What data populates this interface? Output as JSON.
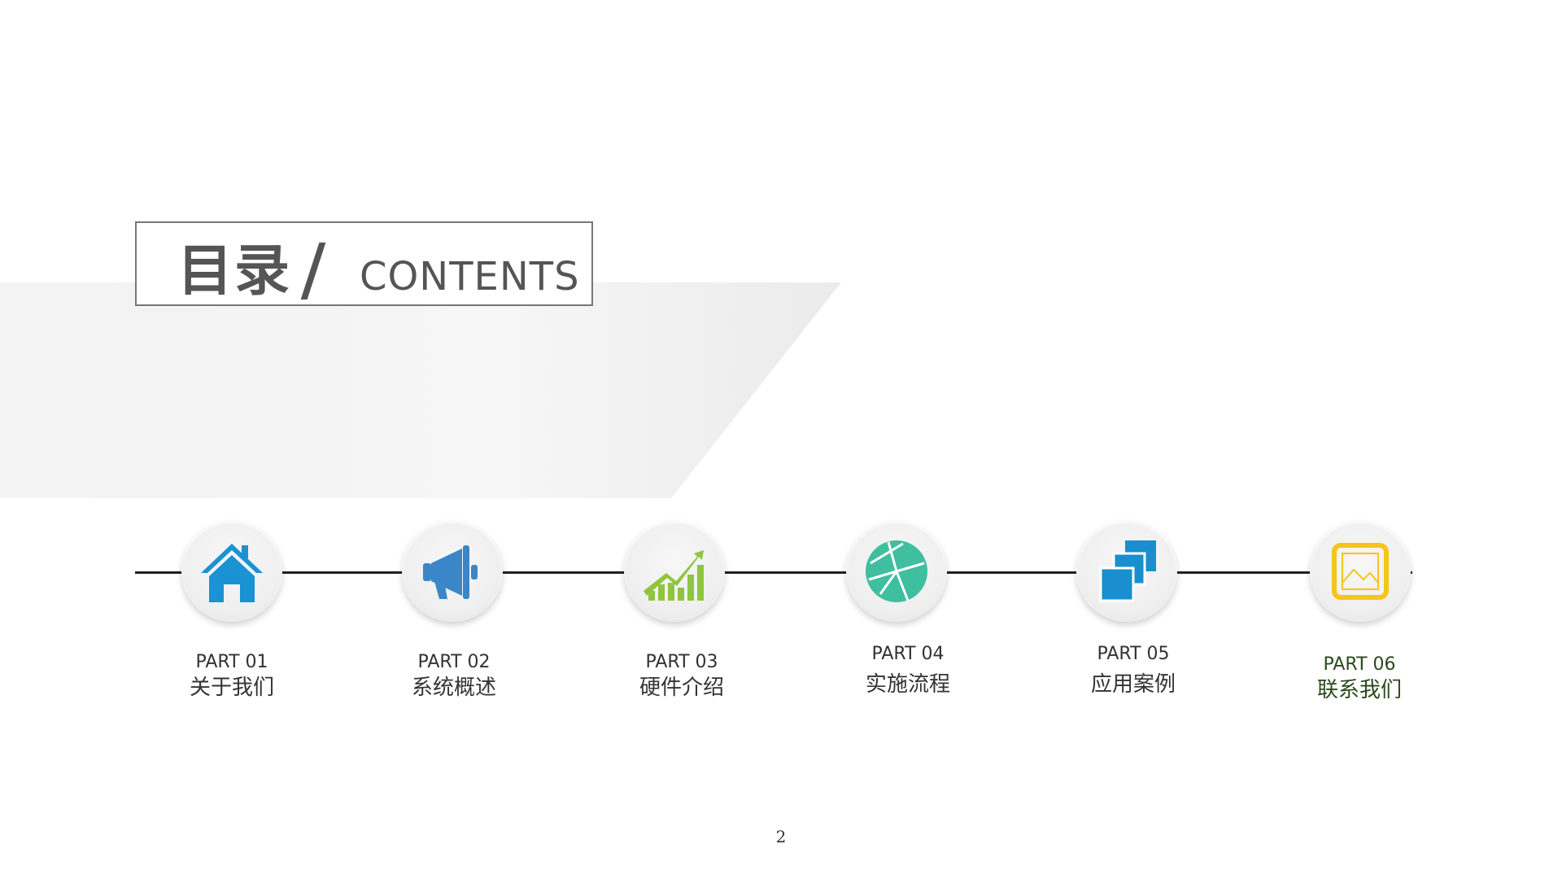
{
  "title": {
    "zh": "目录",
    "separator": "/",
    "en": "CONTENTS"
  },
  "parts": [
    {
      "part": "PART 01",
      "name": "关于我们",
      "icon": "home-icon",
      "color": "#1a92d4"
    },
    {
      "part": "PART 02",
      "name": "系统概述",
      "icon": "megaphone-icon",
      "color": "#3a86c8"
    },
    {
      "part": "PART 03",
      "name": "硬件介绍",
      "icon": "growth-chart-icon",
      "color": "#8ec63f"
    },
    {
      "part": "PART 04",
      "name": "实施流程",
      "icon": "network-globe-icon",
      "color": "#3fbf9f"
    },
    {
      "part": "PART 05",
      "name": "应用案例",
      "icon": "stacked-squares-icon",
      "color": "#1a8fcf"
    },
    {
      "part": "PART 06",
      "name": "联系我们",
      "icon": "picture-frame-icon",
      "color": "#f5c518"
    }
  ],
  "page_number": "2"
}
